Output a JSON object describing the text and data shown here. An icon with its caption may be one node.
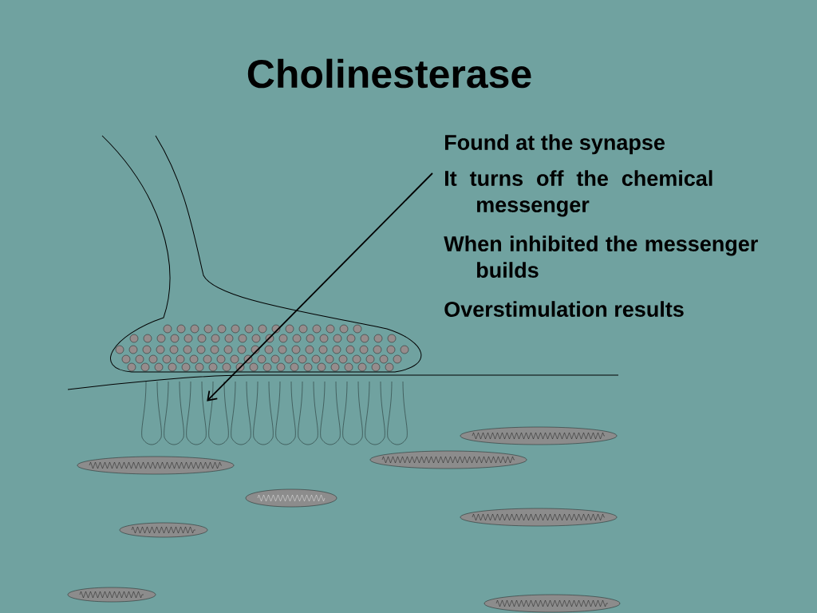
{
  "diagram": {
    "title": "Cholinesterase",
    "nodes": [
      {
        "text": [
          "It turns off the chemical messenger"
        ]
      },
      {
        "text": [],
        "shape": "picture"
      }
    ],
    "edges": [
      {
        "from": 0,
        "to": 1,
        "arrow": "to"
      }
    ],
    "labels": [
      "Found at the synapse",
      "When inhibited the messenger builds",
      "Overstimulation results"
    ]
  }
}
